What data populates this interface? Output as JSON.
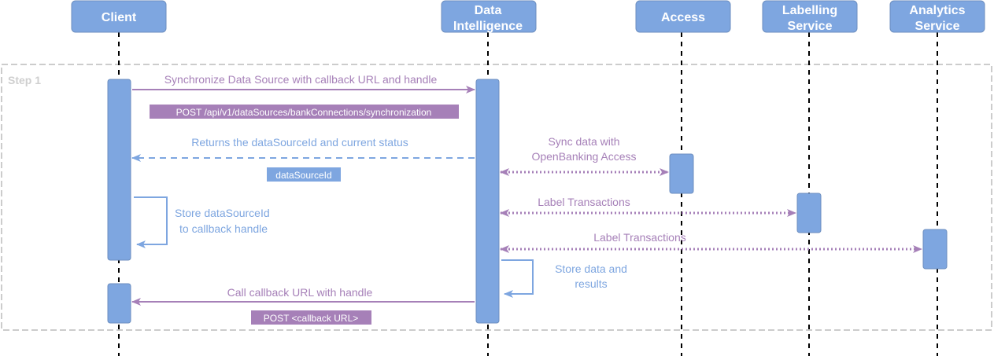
{
  "colors": {
    "participant": "#7EA6E0",
    "participant_stroke": "#6C8EBF",
    "purple": "#A680B8",
    "blue": "#7EA6E0",
    "frame": "#CCCCCC"
  },
  "participants": {
    "client": "Client",
    "di_line1": "Data",
    "di_line2": "Intelligence",
    "access": "Access",
    "labelling_line1": "Labelling",
    "labelling_line2": "Service",
    "analytics_line1": "Analytics",
    "analytics_line2": "Service"
  },
  "frame": {
    "label": "Step 1"
  },
  "messages": {
    "sync_request": "Synchronize Data Source with callback URL and handle",
    "sync_endpoint": "POST /api/v1/dataSources/bankConnections/synchronization",
    "returns": "Returns the dataSourceId and current status",
    "datasource_tag": "dataSourceId",
    "store_line1": "Store dataSourceId",
    "store_line2": "to callback handle",
    "sync_access_line1": "Sync data with",
    "sync_access_line2": "OpenBanking Access",
    "label_labelling": "Label Transactions",
    "label_analytics": "Label Transactions",
    "store_data_line1": "Store data and",
    "store_data_line2": "results",
    "callback": "Call callback URL with handle",
    "callback_tag": "POST <callback URL>"
  }
}
